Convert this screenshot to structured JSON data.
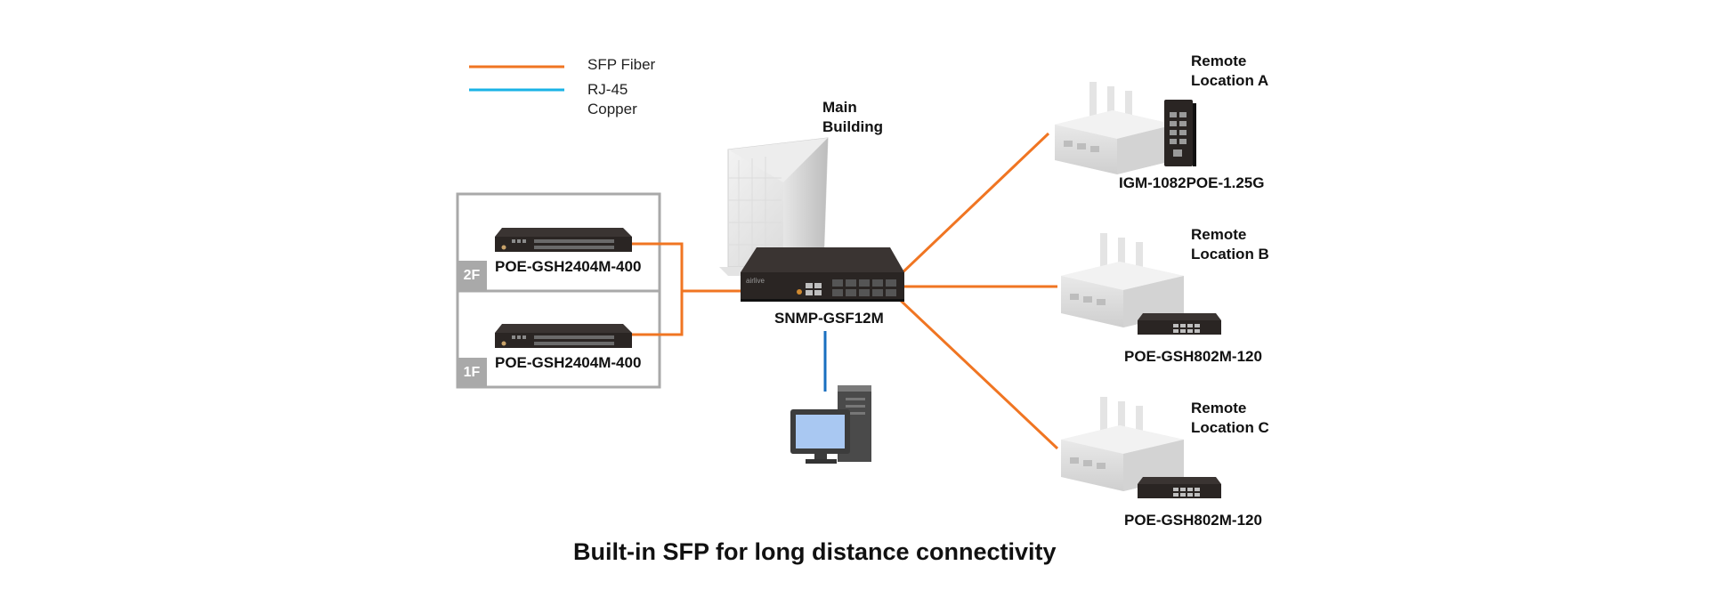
{
  "legend": {
    "fiber_label": "SFP Fiber",
    "copper_label_line1": "RJ-45",
    "copper_label_line2": "Copper",
    "fiber_color": "#f07522",
    "copper_color": "#1ab3e6"
  },
  "main_building": {
    "line1": "Main",
    "line2": "Building"
  },
  "core_switch": {
    "model": "SNMP-GSF12M",
    "brand": "airlive"
  },
  "floors": [
    {
      "tag": "2F",
      "model": "POE-GSH2404M-400"
    },
    {
      "tag": "1F",
      "model": "POE-GSH2404M-400"
    }
  ],
  "remotes": [
    {
      "line1": "Remote",
      "line2": "Location A",
      "model": "IGM-1082POE-1.25G"
    },
    {
      "line1": "Remote",
      "line2": "Location B",
      "model": "POE-GSH802M-120"
    },
    {
      "line1": "Remote",
      "line2": "Location C",
      "model": "POE-GSH802M-120"
    }
  ],
  "caption": "Built-in SFP for long distance connectivity",
  "colors": {
    "copper_link": "#1a6fc0",
    "switch_body": "#2a2523",
    "building": "#d8d8d8",
    "frame": "#a9a9a9"
  }
}
